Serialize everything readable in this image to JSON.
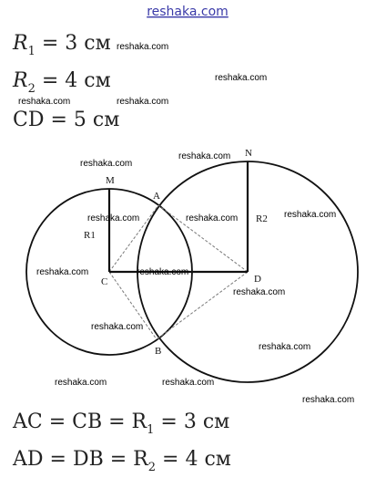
{
  "brand": {
    "text": "reshaka.com",
    "color": "#3a3aa8"
  },
  "watermark": "reshaka.com",
  "given": {
    "r1": {
      "var": "R",
      "sub": "1",
      "rest": " = 3 см"
    },
    "r2": {
      "var": "R",
      "sub": "2",
      "rest": " = 4 см"
    },
    "cd": {
      "text": "CD = 5 см"
    }
  },
  "conclusion": {
    "line1": {
      "pre": "AC = CB = R",
      "sub": "1",
      "rest": " = 3 см"
    },
    "line2": {
      "pre": "AD = DB = R",
      "sub": "2",
      "rest": " = 4 см"
    }
  },
  "points": {
    "A": "A",
    "B": "B",
    "C": "C",
    "D": "D",
    "M": "M",
    "N": "N"
  },
  "radius_labels": {
    "r1": "R1",
    "r2": "R2"
  },
  "colors": {
    "ink": "#111111",
    "dashed": "#777777"
  }
}
